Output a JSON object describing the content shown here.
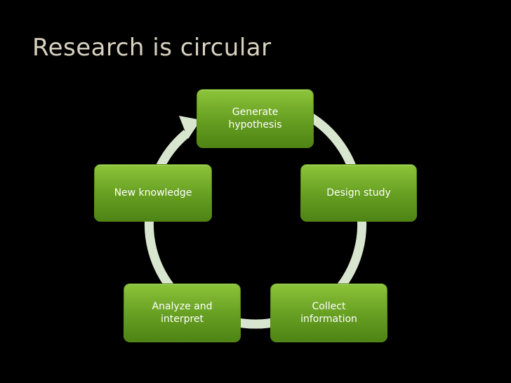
{
  "slide": {
    "title": "Research is circular"
  },
  "cycle": {
    "ring_color": "#d9e6cf",
    "node_color_top": "#8cc43a",
    "node_color_bottom": "#4d8414",
    "nodes": [
      {
        "label": "Generate\nhypothesis"
      },
      {
        "label": "Design study"
      },
      {
        "label": "Collect\ninformation"
      },
      {
        "label": "Analyze and\ninterpret"
      },
      {
        "label": "New knowledge"
      }
    ]
  }
}
